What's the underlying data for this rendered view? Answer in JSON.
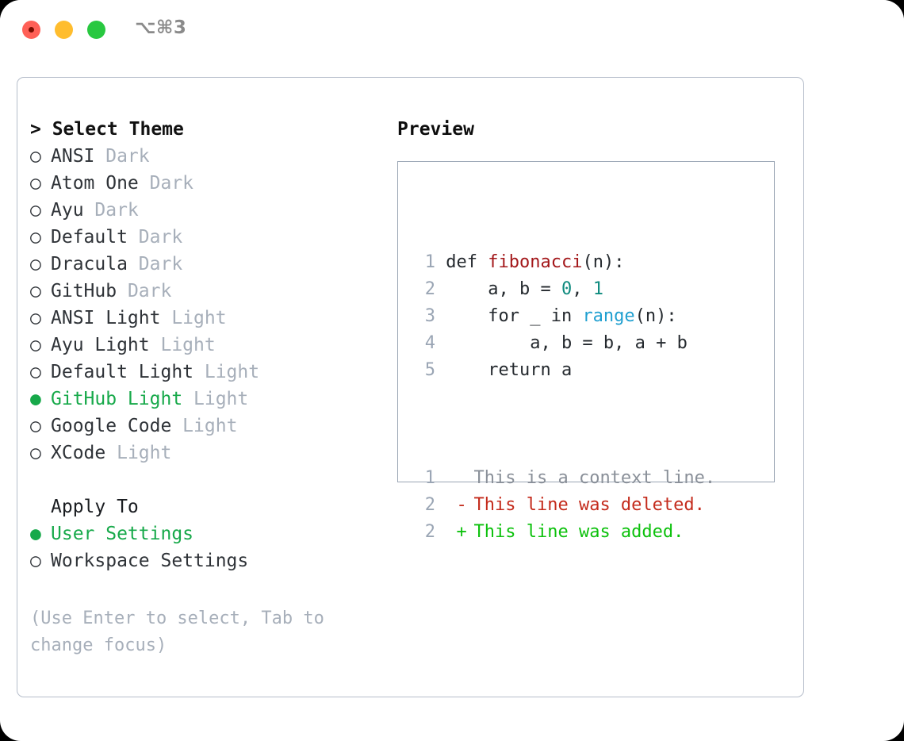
{
  "titlebar": {
    "shortcut": "⌥⌘3",
    "lights": [
      "close",
      "minimize",
      "maximize"
    ]
  },
  "theme_selector": {
    "heading": "> Select Theme",
    "selected_bullet": "●",
    "unselected_bullet": "○",
    "accent_color": "#17a94a",
    "items": [
      {
        "name": "ANSI",
        "variant": "Dark",
        "selected": false
      },
      {
        "name": "Atom One",
        "variant": "Dark",
        "selected": false
      },
      {
        "name": "Ayu",
        "variant": "Dark",
        "selected": false
      },
      {
        "name": "Default",
        "variant": "Dark",
        "selected": false
      },
      {
        "name": "Dracula",
        "variant": "Dark",
        "selected": false
      },
      {
        "name": "GitHub",
        "variant": "Dark",
        "selected": false
      },
      {
        "name": "ANSI Light",
        "variant": "Light",
        "selected": false
      },
      {
        "name": "Ayu Light",
        "variant": "Light",
        "selected": false
      },
      {
        "name": "Default Light",
        "variant": "Light",
        "selected": false
      },
      {
        "name": "GitHub Light",
        "variant": "Light",
        "selected": true
      },
      {
        "name": "Google Code",
        "variant": "Light",
        "selected": false
      },
      {
        "name": "XCode",
        "variant": "Light",
        "selected": false
      }
    ]
  },
  "apply_to": {
    "heading": "Apply To",
    "items": [
      {
        "name": "User Settings",
        "selected": true
      },
      {
        "name": "Workspace Settings",
        "selected": false
      }
    ]
  },
  "hint": "(Use Enter to select, Tab to change focus)",
  "preview": {
    "heading": "Preview",
    "code_lines": [
      {
        "number": "1",
        "parts": [
          {
            "text": "def ",
            "token": "plain"
          },
          {
            "text": "fibonacci",
            "token": "func"
          },
          {
            "text": "(n):",
            "token": "plain"
          }
        ]
      },
      {
        "number": "2",
        "parts": [
          {
            "text": "    a, b = ",
            "token": "plain"
          },
          {
            "text": "0",
            "token": "num"
          },
          {
            "text": ", ",
            "token": "plain"
          },
          {
            "text": "1",
            "token": "num"
          }
        ]
      },
      {
        "number": "3",
        "parts": [
          {
            "text": "    for _ in ",
            "token": "plain"
          },
          {
            "text": "range",
            "token": "call"
          },
          {
            "text": "(n):",
            "token": "plain"
          }
        ]
      },
      {
        "number": "4",
        "parts": [
          {
            "text": "        a, b = b, a + b",
            "token": "plain"
          }
        ]
      },
      {
        "number": "5",
        "parts": [
          {
            "text": "    return a",
            "token": "plain"
          }
        ]
      }
    ],
    "diff_lines": [
      {
        "number": "1",
        "marker": " ",
        "text": "This is a context line.",
        "kind": "context"
      },
      {
        "number": "2",
        "marker": "-",
        "text": "This line was deleted.",
        "kind": "deleted"
      },
      {
        "number": "2",
        "marker": "+",
        "text": "This line was added.",
        "kind": "added"
      }
    ],
    "colors": {
      "function": "#a3171a",
      "number": "#0e8a7e",
      "call": "#1f9fd0",
      "line_number": "#9aa5b4",
      "diff_context": "#8a9099",
      "diff_deleted": "#c42b1c",
      "diff_added": "#0cc10c"
    }
  }
}
